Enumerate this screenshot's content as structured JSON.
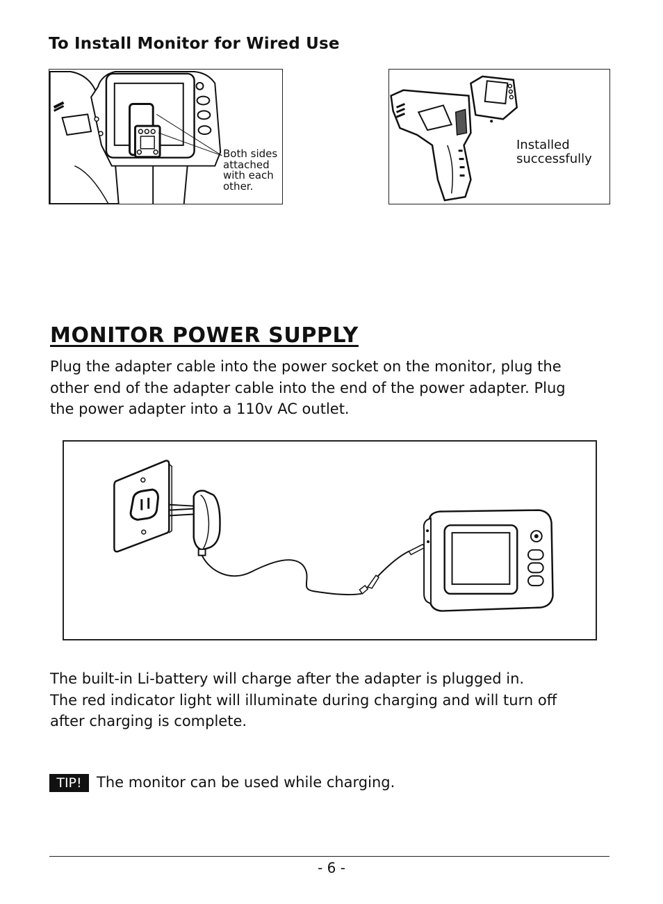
{
  "install": {
    "heading": "To Install Monitor for Wired Use",
    "figure_left_caption": [
      "Both sides",
      "attached",
      "with each",
      "other."
    ],
    "figure_right_caption": [
      "Installed",
      "successfully"
    ]
  },
  "power": {
    "title": "MONITOR POWER SUPPLY",
    "intro_lines": [
      "Plug the adapter cable into the power socket on the monitor, plug the",
      "other end of the adapter cable into the end of the power adapter.  Plug",
      "the power adapter into a 110v AC outlet."
    ],
    "battery_lines": [
      "The built-in Li-battery will charge after the adapter is plugged in.",
      "The red indicator light will illuminate during charging and will turn off",
      "after charging is complete."
    ]
  },
  "tip": {
    "badge": "TIP!",
    "text": "The monitor can be used while charging."
  },
  "footer": {
    "page_number": "- 6 -"
  }
}
